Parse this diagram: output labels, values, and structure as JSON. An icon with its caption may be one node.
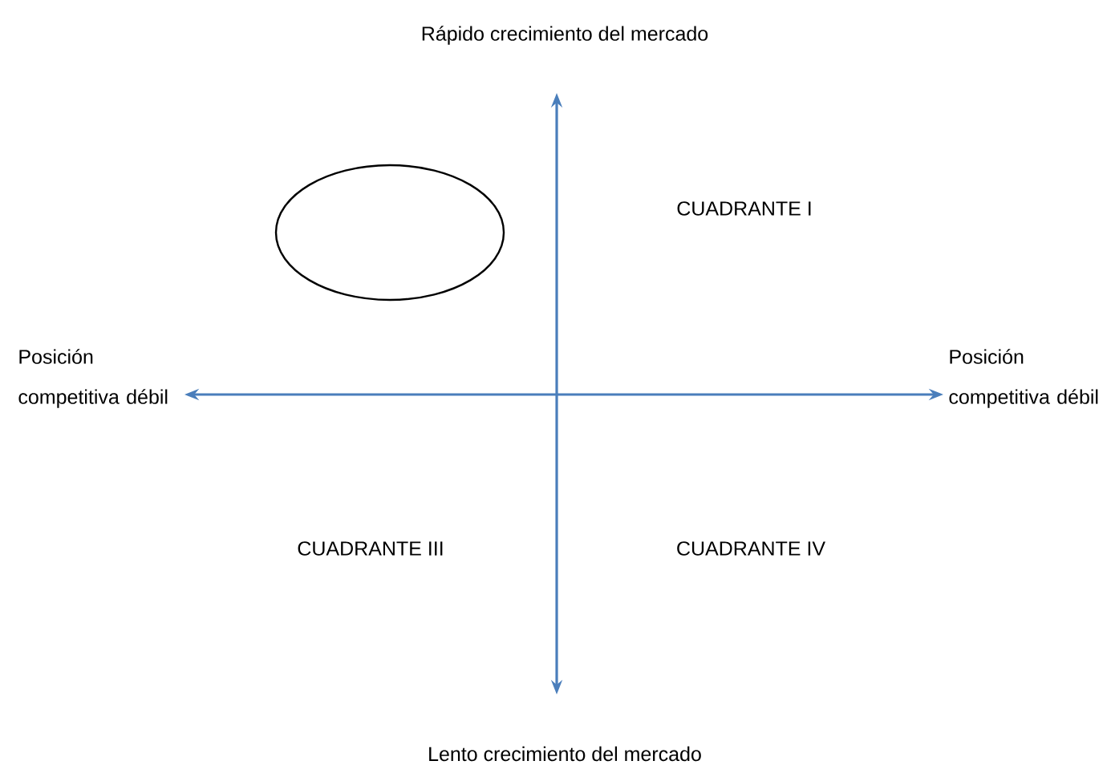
{
  "diagram": {
    "nodes": [
      {
        "text": [],
        "shape": "ellipse"
      }
    ],
    "labels": [
      "Rápido crecimiento del mercado",
      "CUADRANTE I",
      "Posición competitiva débil",
      "Posición competitiva débil",
      "CUADRANTE III",
      "CUADRANTE IV",
      "Lento crecimiento del mercado"
    ]
  }
}
